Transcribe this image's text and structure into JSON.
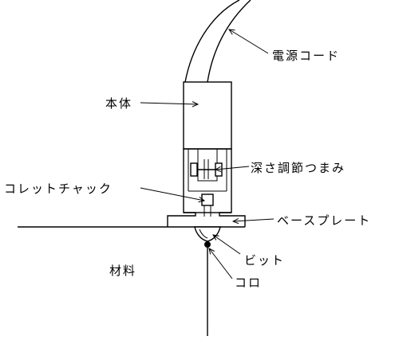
{
  "labels": {
    "power_cord": "電源コード",
    "body": "本体",
    "depth_knob": "深さ調節つまみ",
    "collet_chuck": "コレットチャック",
    "base_plate": "ベースプレート",
    "bit": "ビット",
    "roller": "コロ",
    "material": "材料"
  }
}
